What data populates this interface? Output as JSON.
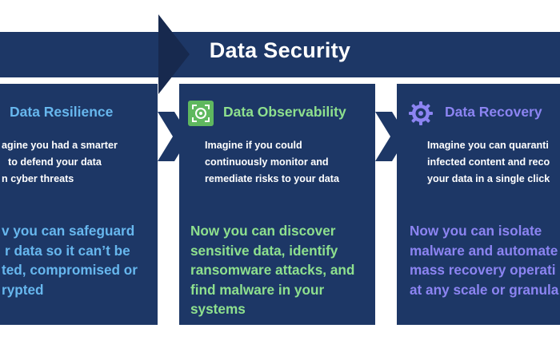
{
  "banner": {
    "title": "Data Security"
  },
  "colors": {
    "navy": "#1d3766",
    "banner_dark": "#17294e",
    "resilience_accent": "#67b7ee",
    "observability_accent": "#8ee08e",
    "recovery_accent": "#8c84f2"
  },
  "cards": [
    {
      "icon": "none",
      "title": "Data Resilience",
      "body": [
        "agine you had a smarter",
        "to defend your data",
        "n cyber threats"
      ],
      "highlight": [
        "v you can safeguard",
        "r data so it can’t be",
        "ted, compromised or",
        "rypted"
      ]
    },
    {
      "icon": "target-scan-icon",
      "title": "Data Observability",
      "body": [
        "Imagine if you could",
        "continuously monitor and",
        "remediate risks to your data"
      ],
      "highlight": [
        "Now you can discover",
        "sensitive data, identify",
        "ransomware attacks, and",
        "find malware in your",
        "systems"
      ]
    },
    {
      "icon": "gear-icon",
      "title": "Data Recovery",
      "body": [
        "Imagine you can quaranti",
        "infected content and reco",
        "your data in a single click"
      ],
      "highlight": [
        "Now you can isolate",
        "malware and automate",
        "mass recovery operati",
        "at any scale or granula"
      ]
    }
  ]
}
